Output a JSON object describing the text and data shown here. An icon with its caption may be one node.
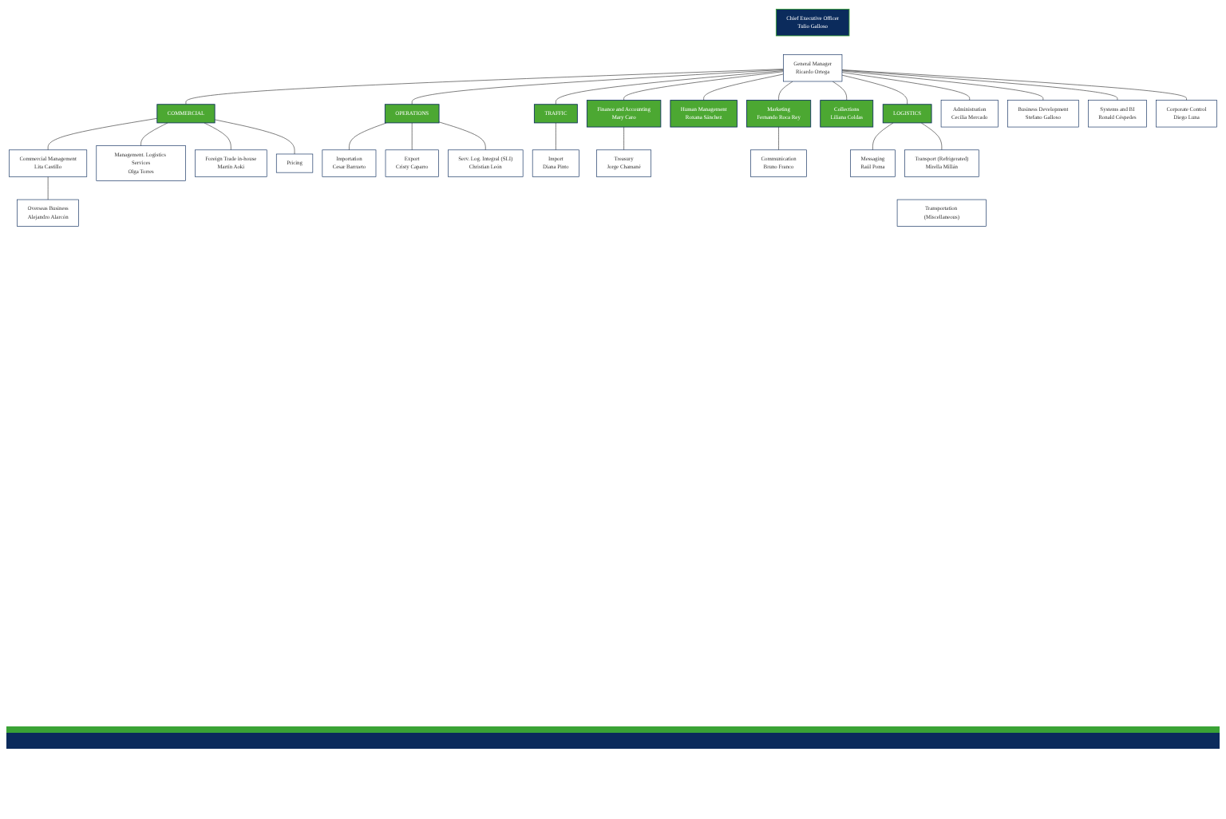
{
  "diagram": {
    "nodes": [
      {
        "text": [
          "Chief Executive Officer",
          "Tulio Galloso"
        ]
      },
      {
        "text": [
          "General Manager",
          "Ricardo Ortega"
        ]
      },
      {
        "text": [
          "Administration",
          "Cecilia Mercado"
        ]
      },
      {
        "text": [
          "Business Development",
          "Stefano Galloso"
        ]
      },
      {
        "text": [
          "Systems and BI",
          "Ronald Céspedes"
        ]
      },
      {
        "text": [
          "Corporate Control",
          "Diego Luna"
        ]
      },
      {
        "text": [
          "COMMERCIAL"
        ]
      },
      {
        "text": [
          "OPERATIONS"
        ]
      },
      {
        "text": [
          "TRAFFIC"
        ]
      },
      {
        "text": [
          "Finance and Accounting",
          "Mary Caro"
        ]
      },
      {
        "text": [
          "Human Management",
          "Roxana Sánchez"
        ]
      },
      {
        "text": [
          "Marketing",
          "Fernando Roca Rey"
        ]
      },
      {
        "text": [
          "Collections",
          "Liliana Coldas"
        ]
      },
      {
        "text": [
          "LOGISTICS"
        ]
      },
      {
        "text": [
          "Commercial Management",
          "Lita Castillo"
        ]
      },
      {
        "text": [
          "Overseas Business",
          "Alejandro Alarcón"
        ]
      },
      {
        "text": [
          "Management. Logistics Services",
          "Olga Torres"
        ]
      },
      {
        "text": [
          "Foreign Trade in-house",
          "Martín Aoki"
        ]
      },
      {
        "text": [
          "Pricing"
        ]
      },
      {
        "text": [
          "Importation",
          "Cesar Barrueto"
        ]
      },
      {
        "text": [
          "Export",
          "Cristy Caparro"
        ]
      },
      {
        "text": [
          "Serv. Log. Integral (SLI)",
          "Christian León"
        ]
      },
      {
        "text": [
          "Import",
          "Diana Pinto"
        ]
      },
      {
        "text": [
          "Treasury",
          "Jorge Chamané"
        ]
      },
      {
        "text": [
          "Communication",
          "Bruno Franco"
        ]
      },
      {
        "text": [
          "Messaging",
          "Raúl Poma"
        ]
      },
      {
        "text": [
          "Transport (Refrigerated)",
          "Mirella Millán"
        ]
      },
      {
        "text": [
          "Transportation (Miscellaneous)"
        ]
      }
    ],
    "edges": [
      {
        "from": 1,
        "to": 2,
        "arrow": "none"
      },
      {
        "from": 1,
        "to": 3,
        "arrow": "none"
      },
      {
        "from": 1,
        "to": 4,
        "arrow": "none"
      },
      {
        "from": 1,
        "to": 5,
        "arrow": "none"
      },
      {
        "from": 1,
        "to": 6,
        "arrow": "none"
      },
      {
        "from": 1,
        "to": 7,
        "arrow": "none"
      },
      {
        "from": 1,
        "to": 8,
        "arrow": "none"
      },
      {
        "from": 1,
        "to": 9,
        "arrow": "none"
      },
      {
        "from": 1,
        "to": 10,
        "arrow": "none"
      },
      {
        "from": 1,
        "to": 11,
        "arrow": "none"
      },
      {
        "from": 1,
        "to": 12,
        "arrow": "none"
      },
      {
        "from": 1,
        "to": 13,
        "arrow": "none"
      },
      {
        "from": 6,
        "to": 14,
        "arrow": "none"
      },
      {
        "from": 14,
        "to": 15,
        "arrow": "none"
      },
      {
        "from": 6,
        "to": 16,
        "arrow": "none"
      },
      {
        "from": 6,
        "to": 17,
        "arrow": "none"
      },
      {
        "from": 6,
        "to": 18,
        "arrow": "none"
      },
      {
        "from": 7,
        "to": 19,
        "arrow": "none"
      },
      {
        "from": 7,
        "to": 20,
        "arrow": "none"
      },
      {
        "from": 7,
        "to": 21,
        "arrow": "none"
      },
      {
        "from": 8,
        "to": 22,
        "arrow": "none"
      },
      {
        "from": 9,
        "to": 23,
        "arrow": "none"
      },
      {
        "from": 11,
        "to": 24,
        "arrow": "none"
      },
      {
        "from": 13,
        "to": 25,
        "arrow": "none"
      },
      {
        "from": 13,
        "to": 26,
        "arrow": "none"
      }
    ]
  }
}
